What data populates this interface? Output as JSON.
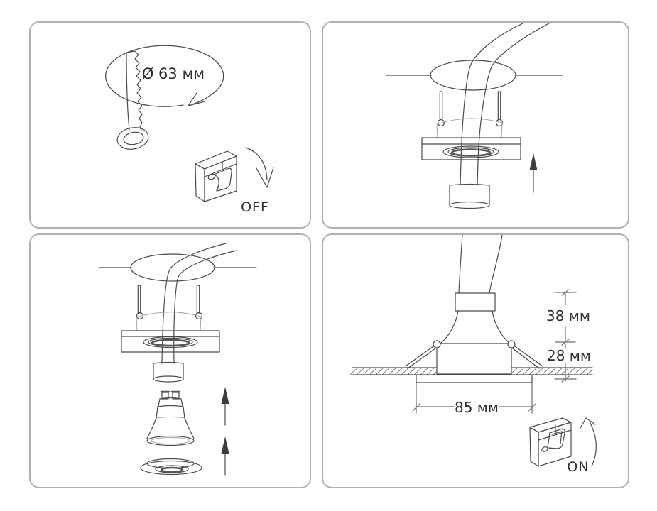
{
  "diagram": {
    "step1": {
      "hole_diameter": "Ø 63 мм",
      "switch_state": "OFF"
    },
    "step4": {
      "height_above_ceiling": "38 мм",
      "recess_depth": "28 мм",
      "trim_diameter": "85 мм",
      "switch_state": "ON"
    }
  },
  "colors": {
    "background": "#ffffff",
    "panel_border": "#b1b1b1",
    "line_art": "#4a4a4a",
    "label_text": "#2f2f2f"
  }
}
